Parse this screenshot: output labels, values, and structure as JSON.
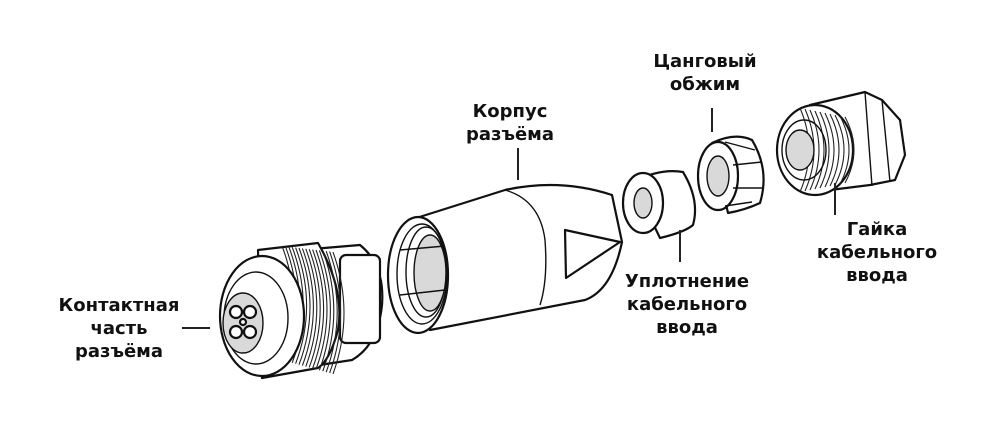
{
  "labels": {
    "contact": [
      "Контактная",
      "часть",
      "разъёма"
    ],
    "housing": [
      "Корпус",
      "разъёма"
    ],
    "seal": [
      "Уплотнение",
      "кабельного",
      "ввода"
    ],
    "collet": [
      "Цанговый",
      "обжим"
    ],
    "nut": [
      "Гайка",
      "кабельного",
      "ввода"
    ]
  },
  "colors": {
    "outline": "#111111",
    "background": "#ffffff",
    "shade": "#d9d9d9"
  }
}
